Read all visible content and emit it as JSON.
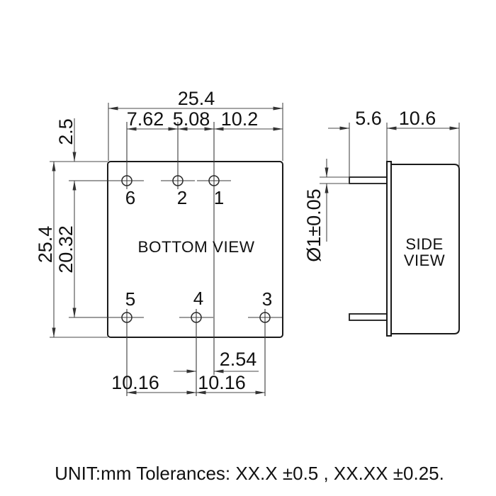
{
  "note": "UNIT:mm Tolerances: XX.X ±0.5 , XX.XX ±0.25.",
  "bottom_view": {
    "title": "BOTTOM VIEW",
    "pin_labels": {
      "p1": "1",
      "p2": "2",
      "p3": "3",
      "p4": "4",
      "p5": "5",
      "p6": "6"
    },
    "dims": {
      "overall_width": "25.4",
      "pitch_6_to_2": "7.62",
      "pitch_2_to_1": "5.08",
      "pin1_to_edge": "10.2",
      "edge_to_row": "2.5",
      "overall_height": "25.4",
      "row_pitch": "20.32",
      "pin4_to_pin1": "2.54",
      "pitch_5_to_4": "10.16",
      "pitch_4_to_3": "10.16"
    }
  },
  "side_view": {
    "title_line1": "SIDE",
    "title_line2": "VIEW",
    "dims": {
      "pin_length": "5.6",
      "body_depth": "10.6",
      "pin_diameter": "Ø1±0.05"
    }
  },
  "colors": {
    "object_line": "#1a1a1a",
    "dimension_line": "#4a4a4a",
    "text": "#111111",
    "background": "#ffffff"
  }
}
